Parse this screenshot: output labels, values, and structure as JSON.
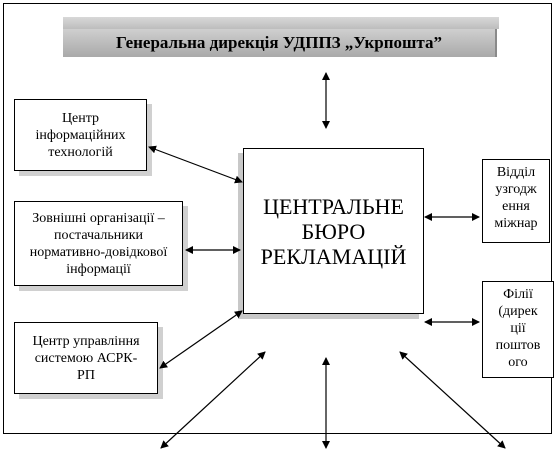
{
  "header": {
    "title": "Генеральна дирекція УДППЗ „Укрпошта”"
  },
  "center": {
    "line1": "ЦЕНТРАЛЬНЕ",
    "line2": "БЮРО",
    "line3": "РЕКЛАМАЦІЙ"
  },
  "left_boxes": {
    "it_center": {
      "line1": "Центр",
      "line2": "інформаційних",
      "line3": "технологій"
    },
    "external_orgs": {
      "line1": "Зовнішні організації –",
      "line2": "постачальники",
      "line3": "нормативно-довідкової",
      "line4": "інформації"
    },
    "asrk_center": {
      "line1": "Центр управління",
      "line2": "системою АСРК-",
      "line3": "РП"
    }
  },
  "right_boxes": {
    "department": {
      "line1": "Відділ",
      "line2": "узгодж",
      "line3": "ення",
      "line4": "міжнар"
    },
    "branches": {
      "line1": "Філії",
      "line2": "(дирек",
      "line3": "ції",
      "line4": "поштов",
      "line5": "ого"
    }
  },
  "colors": {
    "header_fill": "#bdbdbd",
    "line": "#000000",
    "shadow": "#d0d0d0"
  }
}
